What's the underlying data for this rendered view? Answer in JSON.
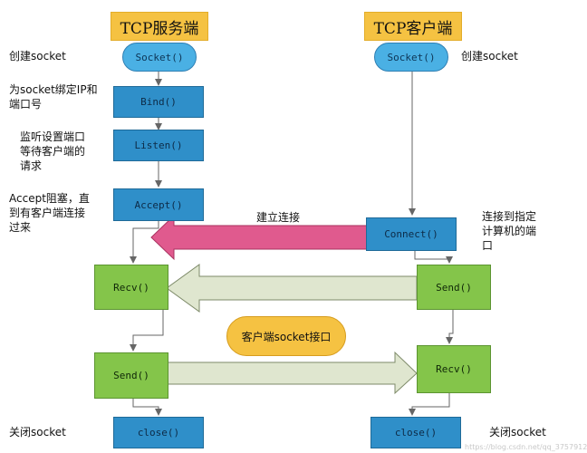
{
  "server": {
    "title": "TCP服务端",
    "socket": "Socket()",
    "bind": "Bind()",
    "listen": "Listen()",
    "accept": "Accept()",
    "recv": "Recv()",
    "send": "Send()",
    "close": "close()",
    "note_socket": "创建socket",
    "note_bind_1": "为socket绑定IP和",
    "note_bind_2": "端口号",
    "note_listen_1": "监听设置端口",
    "note_listen_2": "等待客户端的",
    "note_listen_3": "请求",
    "note_accept_1": "Accept阻塞，直",
    "note_accept_2": "到有客户端连接",
    "note_accept_3": "过来",
    "note_close": "关闭socket"
  },
  "client": {
    "title": "TCP客户端",
    "socket": "Socket()",
    "connect": "Connect()",
    "send": "Send()",
    "recv": "Recv()",
    "close": "close()",
    "note_socket": "创建socket",
    "note_connect_1": "连接到指定",
    "note_connect_2": "计算机的端",
    "note_connect_3": "口",
    "note_close": "关闭socket"
  },
  "connection_label": "建立连接",
  "interface_label": "客户端socket接口",
  "watermark": "https://blog.csdn.net/qq_37579123"
}
